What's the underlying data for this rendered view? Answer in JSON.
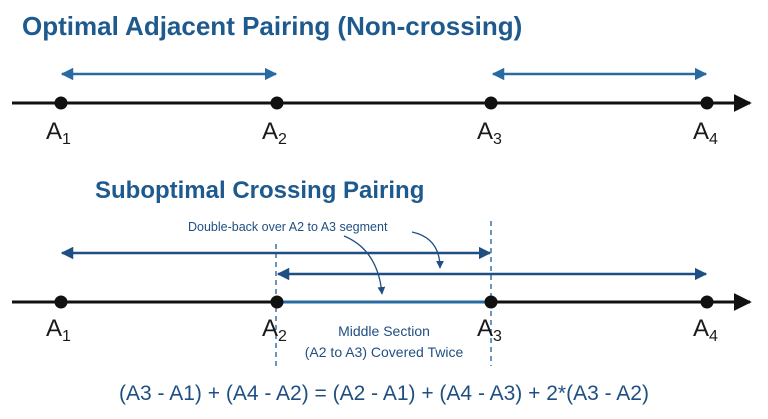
{
  "colors": {
    "title": "#1f5a8f",
    "arrow": "#2a6aa3",
    "dark_arrow": "#1f4f82",
    "line": "#111111",
    "dashed": "#2a6aa3",
    "text_blue": "#1f4f82",
    "label": "#1a1a1a"
  },
  "section1": {
    "title": "Optimal Adjacent Pairing (Non-crossing)",
    "points": [
      {
        "base": "A",
        "sub": "1"
      },
      {
        "base": "A",
        "sub": "2"
      },
      {
        "base": "A",
        "sub": "3"
      },
      {
        "base": "A",
        "sub": "4"
      }
    ]
  },
  "section2": {
    "title": "Suboptimal Crossing Pairing",
    "annotation": "Double-back over A2 to A3 segment",
    "middle_label_line1": "Middle Section",
    "middle_label_line2": "(A2 to A3) Covered Twice",
    "points": [
      {
        "base": "A",
        "sub": "1"
      },
      {
        "base": "A",
        "sub": "2"
      },
      {
        "base": "A",
        "sub": "3"
      },
      {
        "base": "A",
        "sub": "4"
      }
    ]
  },
  "equation": "(A3 - A1) + (A4 - A2) = (A2 - A1) + (A4 - A3) + 2*(A3 - A2)"
}
